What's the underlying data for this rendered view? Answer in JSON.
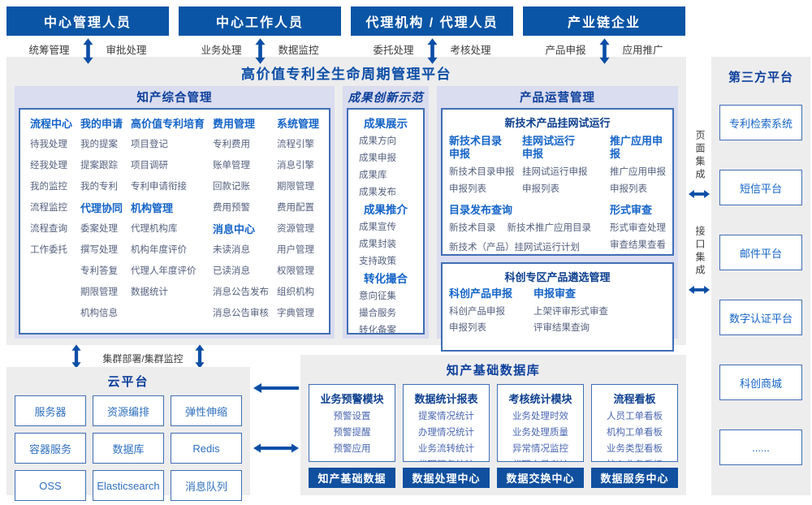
{
  "colors": {
    "header_blue": "#0a55a5",
    "title_blue": "#0b4ea6",
    "section_navy": "#0b3f9b",
    "bright_blue": "#1464c8",
    "item_gray_blue": "#55617f",
    "db_item_blue": "#4a67b2",
    "panel_gray": "#ededee",
    "lavender": "#dadcef",
    "box_border": "#3f6eb5",
    "bar_blue": "#11509f"
  },
  "top_groups": [
    {
      "title": "中心管理人员",
      "left": "统筹管理",
      "right": "审批处理"
    },
    {
      "title": "中心工作人员",
      "left": "业务处理",
      "right": "数据监控"
    },
    {
      "title": "代理机构 / 代理人员",
      "left": "委托处理",
      "right": "考核处理"
    },
    {
      "title": "产业链企业",
      "left": "产品申报",
      "right": "应用推广"
    }
  ],
  "platform": {
    "title": "高价值专利全生命周期管理平台"
  },
  "ip_mgmt": {
    "title": "知产综合管理",
    "columns": [
      {
        "groups": [
          {
            "header": "流程中心",
            "items": [
              "待我处理",
              "经我处理",
              "我的监控",
              "流程监控",
              "流程查询",
              "工作委托"
            ]
          }
        ]
      },
      {
        "groups": [
          {
            "header": "我的申请",
            "items": [
              "我的提案",
              "提案跟踪",
              "我的专利"
            ]
          },
          {
            "header": "代理协同",
            "items": [
              "委案处理",
              "撰写处理",
              "专利答复",
              "期限管理",
              "机构信息"
            ]
          }
        ]
      },
      {
        "groups": [
          {
            "header": "高价值专利培育",
            "items": [
              "项目登记",
              "项目调研",
              "专利申请衔接"
            ]
          },
          {
            "header": "机构管理",
            "items": [
              "代理机构库",
              "机构年度评价",
              "代理人年度评价",
              "数据统计"
            ]
          }
        ]
      },
      {
        "groups": [
          {
            "header": "费用管理",
            "items": [
              "专利费用",
              "账单管理",
              "回款记账",
              "费用预警"
            ]
          },
          {
            "header": "消息中心",
            "items": [
              "未读消息",
              "已读消息",
              "消息公告发布",
              "消息公告审核"
            ]
          }
        ]
      },
      {
        "groups": [
          {
            "header": "系统管理",
            "items": [
              "流程引擎",
              "消息引擎",
              "期限管理",
              "费用配置",
              "资源管理",
              "用户管理",
              "权限管理",
              "组织机构",
              "字典管理"
            ]
          }
        ]
      }
    ]
  },
  "innovation": {
    "title": "成果创新示范",
    "groups": [
      {
        "header": "成果展示",
        "items": [
          "成果方向",
          "成果申报",
          "成果库",
          "成果发布"
        ]
      },
      {
        "header": "成果推介",
        "items": [
          "成果宣传",
          "成果封装",
          "支持政策"
        ]
      },
      {
        "header": "转化撮合",
        "items": [
          "意向征集",
          "撮合服务",
          "转化备案"
        ]
      }
    ]
  },
  "product_ops": {
    "title": "产品运营管理",
    "trial": {
      "title": "新技术产品挂网试运行",
      "groups": [
        {
          "header": "新技术目录\n申报",
          "items": [
            "新技术目录申报",
            "申报列表"
          ]
        },
        {
          "header": "挂网试运行\n申报",
          "items": [
            "挂网试运行申报",
            "申报列表"
          ]
        },
        {
          "header": "推广应用申报",
          "items": [
            "推广应用申报",
            "申报列表"
          ]
        },
        {
          "header": "目录发布查询",
          "items": [
            "新技术目录",
            "新技术推广应用目录",
            "新技术（产品）挂网试运行计划"
          ]
        },
        {
          "header": "形式审查",
          "items": [
            "形式审查处理",
            "审查结果查看"
          ]
        }
      ]
    },
    "selection": {
      "title": "科创专区产品遴选管理",
      "groups": [
        {
          "header": "科创产品申报",
          "items": [
            "科创产品申报",
            "申报列表"
          ]
        },
        {
          "header": "申报审查",
          "items": [
            "上架评审形式审查",
            "评审结果查询"
          ]
        }
      ]
    }
  },
  "integration": {
    "page": "页面集成",
    "api": "接口集成"
  },
  "third_party": {
    "title": "第三方平台",
    "boxes": [
      "专利检索系统",
      "短信平台",
      "邮件平台",
      "数字认证平台",
      "科创商城",
      "......"
    ]
  },
  "cluster_label": "集群部署/集群监控",
  "cloud": {
    "title": "云平台",
    "boxes": [
      "服务器",
      "资源编排",
      "弹性伸缩",
      "容器服务",
      "数据库",
      "Redis",
      "OSS",
      "Elasticsearch",
      "消息队列"
    ]
  },
  "ip_db": {
    "title": "知产基础数据库",
    "columns": [
      {
        "header": "业务预警模块",
        "items": [
          "预警设置",
          "预警提醒",
          "预警应用"
        ],
        "bar": "知产基础数据"
      },
      {
        "header": "数据统计报表",
        "items": [
          "提案情况统计",
          "办理情况统计",
          "业务流转统计",
          "代理服务统计"
        ],
        "bar": "数据处理中心"
      },
      {
        "header": "考核统计模块",
        "items": [
          "业务处理时效",
          "业务处理质量",
          "异常情况监控",
          "代理人员考核"
        ],
        "bar": "数据交换中心"
      },
      {
        "header": "流程看板",
        "items": [
          "人员工单看板",
          "机构工单看板",
          "业务类型看板",
          "核心业务看板"
        ],
        "bar": "数据服务中心"
      }
    ]
  }
}
